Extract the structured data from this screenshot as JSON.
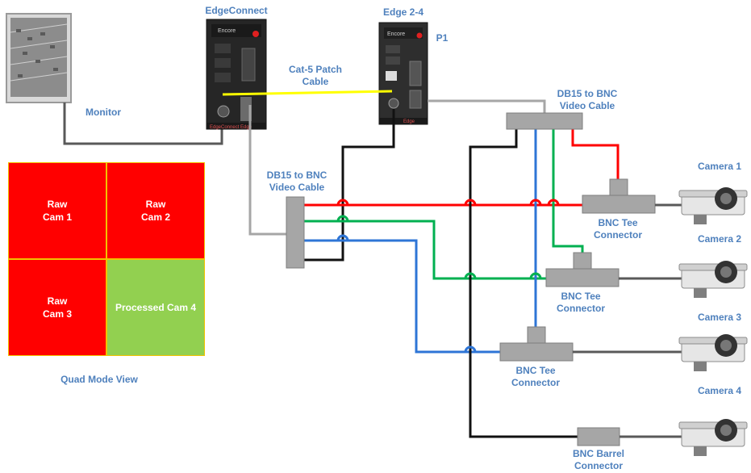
{
  "labels": {
    "edgeconnect": "EdgeConnect",
    "edge24": "Edge 2-4",
    "p1": "P1",
    "monitor": "Monitor",
    "cat5": "Cat-5 Patch\nCable",
    "db15_top": "DB15 to BNC\nVideo Cable",
    "db15_left": "DB15 to BNC\nVideo Cable",
    "camera1": "Camera 1",
    "camera2": "Camera 2",
    "camera3": "Camera 3",
    "camera4": "Camera 4",
    "tee1": "BNC Tee\nConnector",
    "tee2": "BNC Tee\nConnector",
    "tee3": "BNC Tee\nConnector",
    "barrel": "BNC Barrel\nConnector",
    "quad_title": "Quad Mode View"
  },
  "quad": {
    "cells": [
      {
        "label": "Raw\nCam 1",
        "color": "#ff0000"
      },
      {
        "label": "Raw\nCam 2",
        "color": "#ff0000"
      },
      {
        "label": "Raw\nCam 3",
        "color": "#ff0000"
      },
      {
        "label": "Processed Cam 4",
        "color": "#92d050"
      }
    ]
  },
  "device_text": {
    "edgeconnect_brand": "Encore",
    "edgeconnect_footer": "EdgeConnect Edge",
    "edge_brand": "Encore",
    "edge_footer": "Edge"
  },
  "colors": {
    "red": "#ff0000",
    "green": "#00b050",
    "blue": "#2e75d6",
    "black": "#111111",
    "gray": "#a6a6a6",
    "yellow": "#ffff00",
    "label": "#4f81bd"
  }
}
